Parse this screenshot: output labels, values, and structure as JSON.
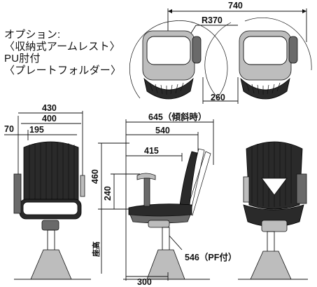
{
  "options_note": {
    "line1": "オプション:",
    "line2": "〈収納式アームレスト〉",
    "line3": "PU肘付",
    "line4": "〈プレートフォルダー〉"
  },
  "dimensions": {
    "total_width_top": "740",
    "radius": "R370",
    "top_gap": "260",
    "front_width_outer": "430",
    "front_width_inner": "400",
    "arm_offset": "70",
    "back_width": "195",
    "depth_tilted": "645（傾斜時）",
    "depth": "540",
    "seat_depth": "415",
    "arm_height": "460",
    "arm_from_seat": "240",
    "seat_height_label": "座高",
    "depth_with_pf": "546（PF付）",
    "base_depth": "300"
  },
  "colors": {
    "line": "#111111",
    "chair_dark": "#2a2a2a",
    "chair_mid": "#6a6a6a",
    "chair_light": "#bdbdbd"
  }
}
